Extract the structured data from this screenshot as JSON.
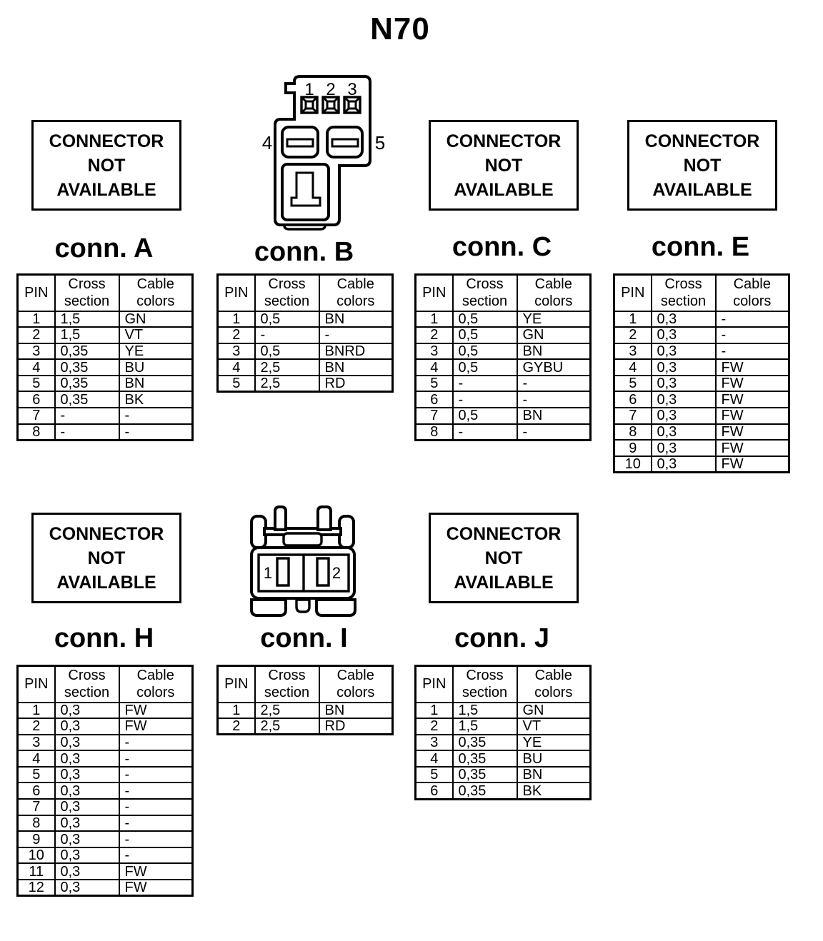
{
  "title": "N70",
  "not_available_box": {
    "line1": "CONNECTOR",
    "line2": "NOT",
    "line3": "AVAILABLE"
  },
  "table_header": {
    "pin": "PIN",
    "cross_section": "Cross\nsection",
    "cable_colors": "Cable\ncolors"
  },
  "connectors": {
    "A": {
      "label": "conn. A",
      "rows": [
        [
          "1",
          "1,5",
          "GN"
        ],
        [
          "2",
          "1,5",
          "VT"
        ],
        [
          "3",
          "0,35",
          "YE"
        ],
        [
          "4",
          "0,35",
          "BU"
        ],
        [
          "5",
          "0,35",
          "BN"
        ],
        [
          "6",
          "0,35",
          "BK"
        ],
        [
          "7",
          "-",
          "-"
        ],
        [
          "8",
          "-",
          "-"
        ]
      ]
    },
    "B": {
      "label": "conn. B",
      "drawing_pins": {
        "n1": "1",
        "n2": "2",
        "n3": "3",
        "n4": "4",
        "n5": "5"
      },
      "rows": [
        [
          "1",
          "0,5",
          "BN"
        ],
        [
          "2",
          "-",
          "-"
        ],
        [
          "3",
          "0,5",
          "BNRD"
        ],
        [
          "4",
          "2,5",
          "BN"
        ],
        [
          "5",
          "2,5",
          "RD"
        ]
      ]
    },
    "C": {
      "label": "conn. C",
      "rows": [
        [
          "1",
          "0,5",
          "YE"
        ],
        [
          "2",
          "0,5",
          "GN"
        ],
        [
          "3",
          "0,5",
          "BN"
        ],
        [
          "4",
          "0,5",
          "GYBU"
        ],
        [
          "5",
          "-",
          "-"
        ],
        [
          "6",
          "-",
          "-"
        ],
        [
          "7",
          "0,5",
          "BN"
        ],
        [
          "8",
          "-",
          "-"
        ]
      ]
    },
    "E": {
      "label": "conn. E",
      "rows": [
        [
          "1",
          "0,3",
          "-"
        ],
        [
          "2",
          "0,3",
          "-"
        ],
        [
          "3",
          "0,3",
          "-"
        ],
        [
          "4",
          "0,3",
          "FW"
        ],
        [
          "5",
          "0,3",
          "FW"
        ],
        [
          "6",
          "0,3",
          "FW"
        ],
        [
          "7",
          "0,3",
          "FW"
        ],
        [
          "8",
          "0,3",
          "FW"
        ],
        [
          "9",
          "0,3",
          "FW"
        ],
        [
          "10",
          "0,3",
          "FW"
        ]
      ]
    },
    "H": {
      "label": "conn. H",
      "rows": [
        [
          "1",
          "0,3",
          "FW"
        ],
        [
          "2",
          "0,3",
          "FW"
        ],
        [
          "3",
          "0,3",
          "-"
        ],
        [
          "4",
          "0,3",
          "-"
        ],
        [
          "5",
          "0,3",
          "-"
        ],
        [
          "6",
          "0,3",
          "-"
        ],
        [
          "7",
          "0,3",
          "-"
        ],
        [
          "8",
          "0,3",
          "-"
        ],
        [
          "9",
          "0,3",
          "-"
        ],
        [
          "10",
          "0,3",
          "-"
        ],
        [
          "11",
          "0,3",
          "FW"
        ],
        [
          "12",
          "0,3",
          "FW"
        ]
      ]
    },
    "I": {
      "label": "conn. I",
      "drawing_pins": {
        "n1": "1",
        "n2": "2"
      },
      "rows": [
        [
          "1",
          "2,5",
          "BN"
        ],
        [
          "2",
          "2,5",
          "RD"
        ]
      ]
    },
    "J": {
      "label": "conn. J",
      "rows": [
        [
          "1",
          "1,5",
          "GN"
        ],
        [
          "2",
          "1,5",
          "VT"
        ],
        [
          "3",
          "0,35",
          "YE"
        ],
        [
          "4",
          "0,35",
          "BU"
        ],
        [
          "5",
          "0,35",
          "BN"
        ],
        [
          "6",
          "0,35",
          "BK"
        ]
      ]
    }
  }
}
